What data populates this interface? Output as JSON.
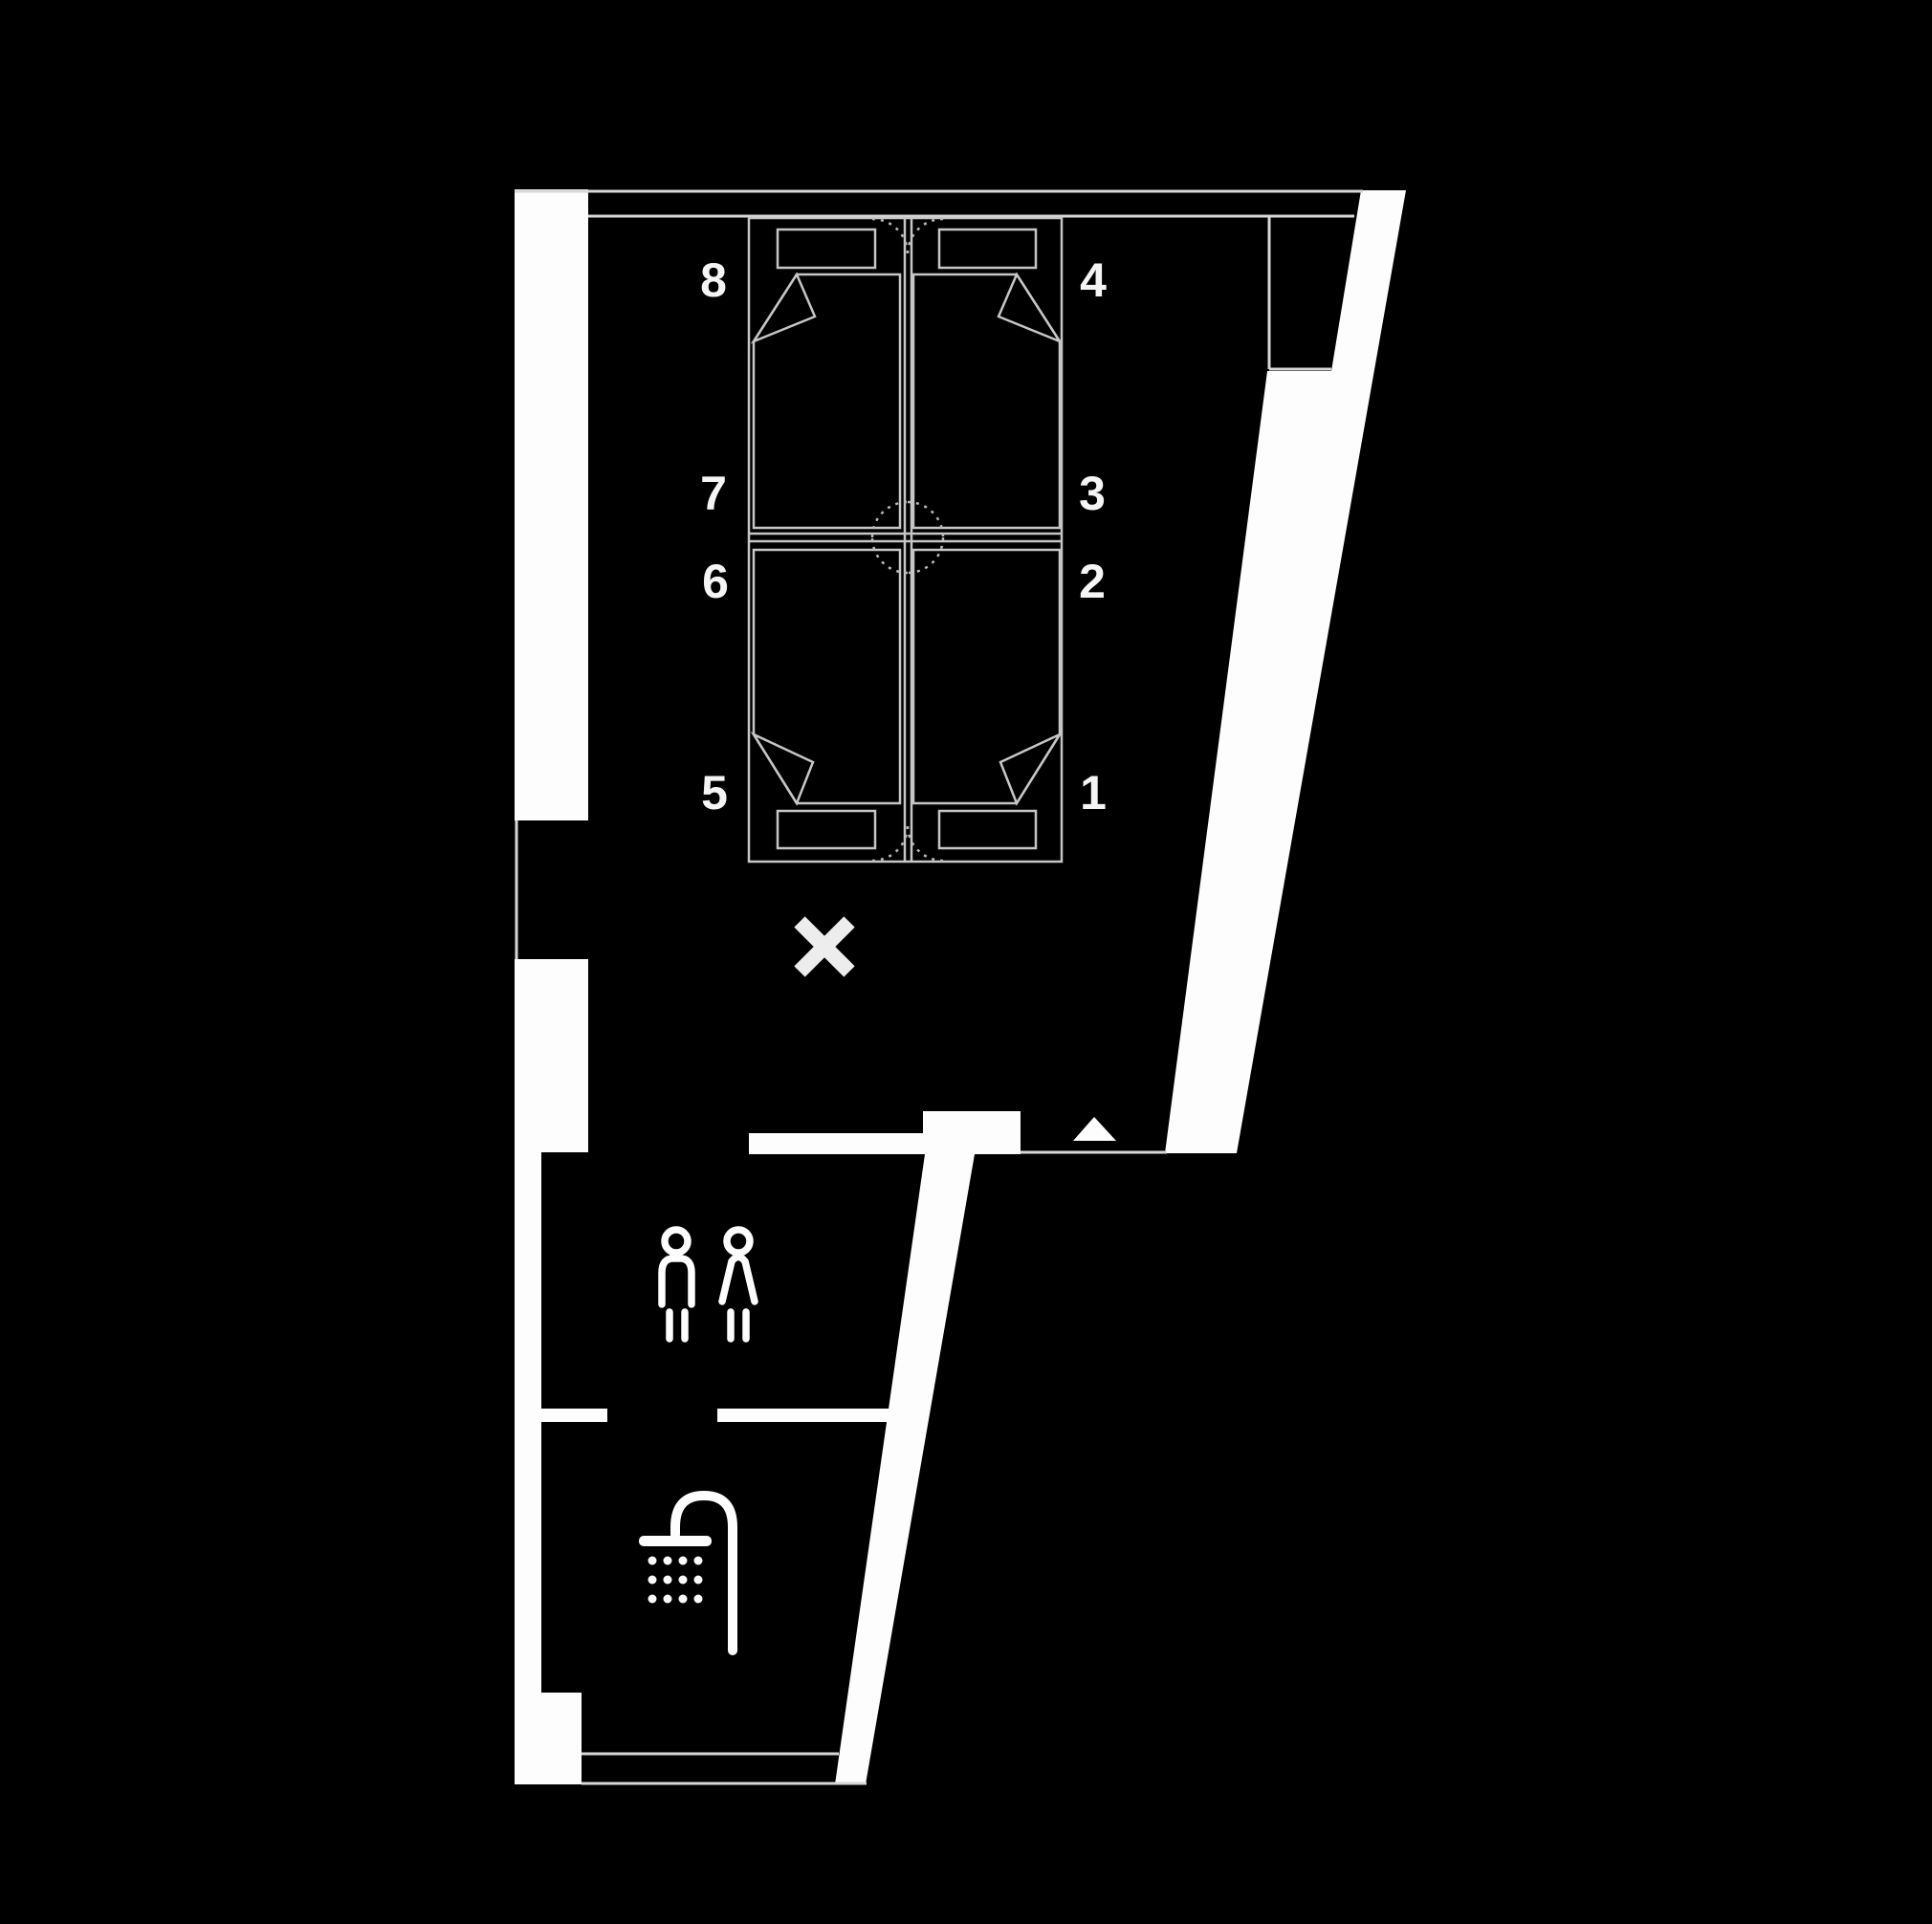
{
  "plan": {
    "type": "floor-plan",
    "colors": {
      "background": "#000000",
      "wall": "#fdfdfd",
      "thin_line": "#d8d8d8",
      "bed_line": "#c6c6c6",
      "dashed_line": "#b9b9b9",
      "number": "#f5f5f5",
      "x_marker": "#ededed"
    },
    "beds": {
      "labels": [
        {
          "label": "8"
        },
        {
          "label": "7"
        },
        {
          "label": "6"
        },
        {
          "label": "5"
        },
        {
          "label": "4"
        },
        {
          "label": "3"
        },
        {
          "label": "2"
        },
        {
          "label": "1"
        }
      ]
    },
    "icons": [
      {
        "name": "wc-man-icon"
      },
      {
        "name": "wc-woman-icon"
      },
      {
        "name": "shower-icon"
      },
      {
        "name": "entrance-arrow-icon"
      },
      {
        "name": "x-marker-icon"
      }
    ]
  }
}
